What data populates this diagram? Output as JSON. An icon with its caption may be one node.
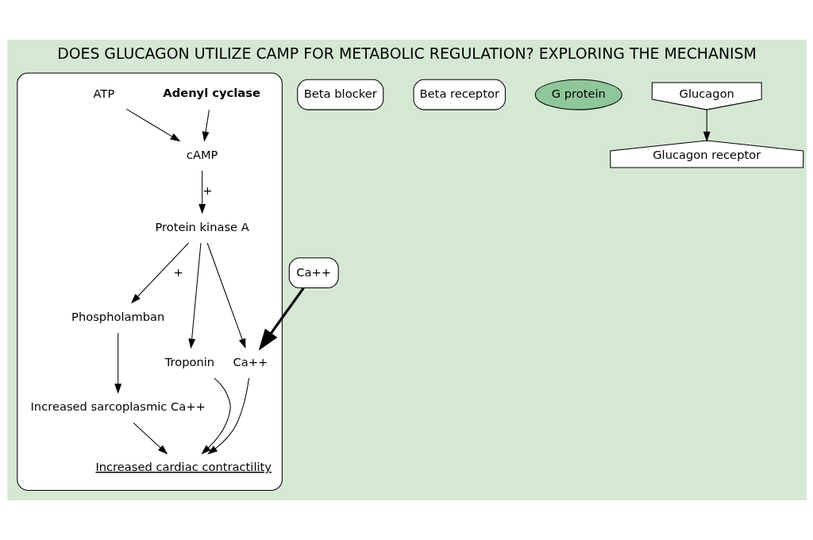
{
  "diagram": {
    "title": "DOES GLUCAGON UTILIZE CAMP FOR METABOLIC REGULATION? EXPLORING THE MECHANISM",
    "nodes": [
      {
        "text": [],
        "shape": "box"
      },
      {
        "text": [
          "Beta blocker"
        ]
      },
      {
        "text": [
          "Beta receptor"
        ]
      },
      {
        "text": [
          "G protein"
        ]
      },
      {
        "text": [
          "Glucagon"
        ]
      },
      {
        "text": [
          "Glucagon receptor"
        ]
      },
      {
        "text": [
          "Adenyl cyclase"
        ],
        "in": 0
      },
      {
        "text": [
          "ATP"
        ],
        "in": 0
      },
      {
        "text": [
          "cAMP"
        ],
        "in": 0
      },
      {
        "text": [
          "Protein kinase A"
        ],
        "in": 0
      },
      {
        "text": [
          "Phospholamban"
        ],
        "in": 0
      },
      {
        "text": [
          "Increased sarcoplasmic Ca++"
        ],
        "in": 0
      },
      {
        "text": [
          "Troponin"
        ],
        "in": 0
      },
      {
        "text": [
          "Ca++"
        ],
        "in": 0
      },
      {
        "text": [
          "Increased cardiac contractility"
        ],
        "in": 0
      },
      {
        "text": [
          "Ca++"
        ]
      }
    ],
    "edges": [
      {
        "from": 4,
        "to": 5,
        "arrow": "to"
      },
      {
        "from": 6,
        "to": 8,
        "arrow": "to"
      },
      {
        "from": 7,
        "to": 8,
        "arrow": "to"
      },
      {
        "from": 8,
        "to": 9,
        "arrow": "to",
        "label": "+"
      },
      {
        "from": 9,
        "to": 10,
        "arrow": "to",
        "label": "+"
      },
      {
        "from": 9,
        "to": 12,
        "arrow": "to"
      },
      {
        "from": 9,
        "to": 13,
        "arrow": "to"
      },
      {
        "from": 10,
        "to": 11,
        "arrow": "to"
      },
      {
        "from": 15,
        "to": 13,
        "arrow": "to",
        "style": "thick"
      },
      {
        "from": 11,
        "to": 14,
        "arrow": "to"
      },
      {
        "from": 12,
        "to": 14,
        "arrow": "to"
      },
      {
        "from": 13,
        "to": 14,
        "arrow": "to"
      }
    ]
  }
}
